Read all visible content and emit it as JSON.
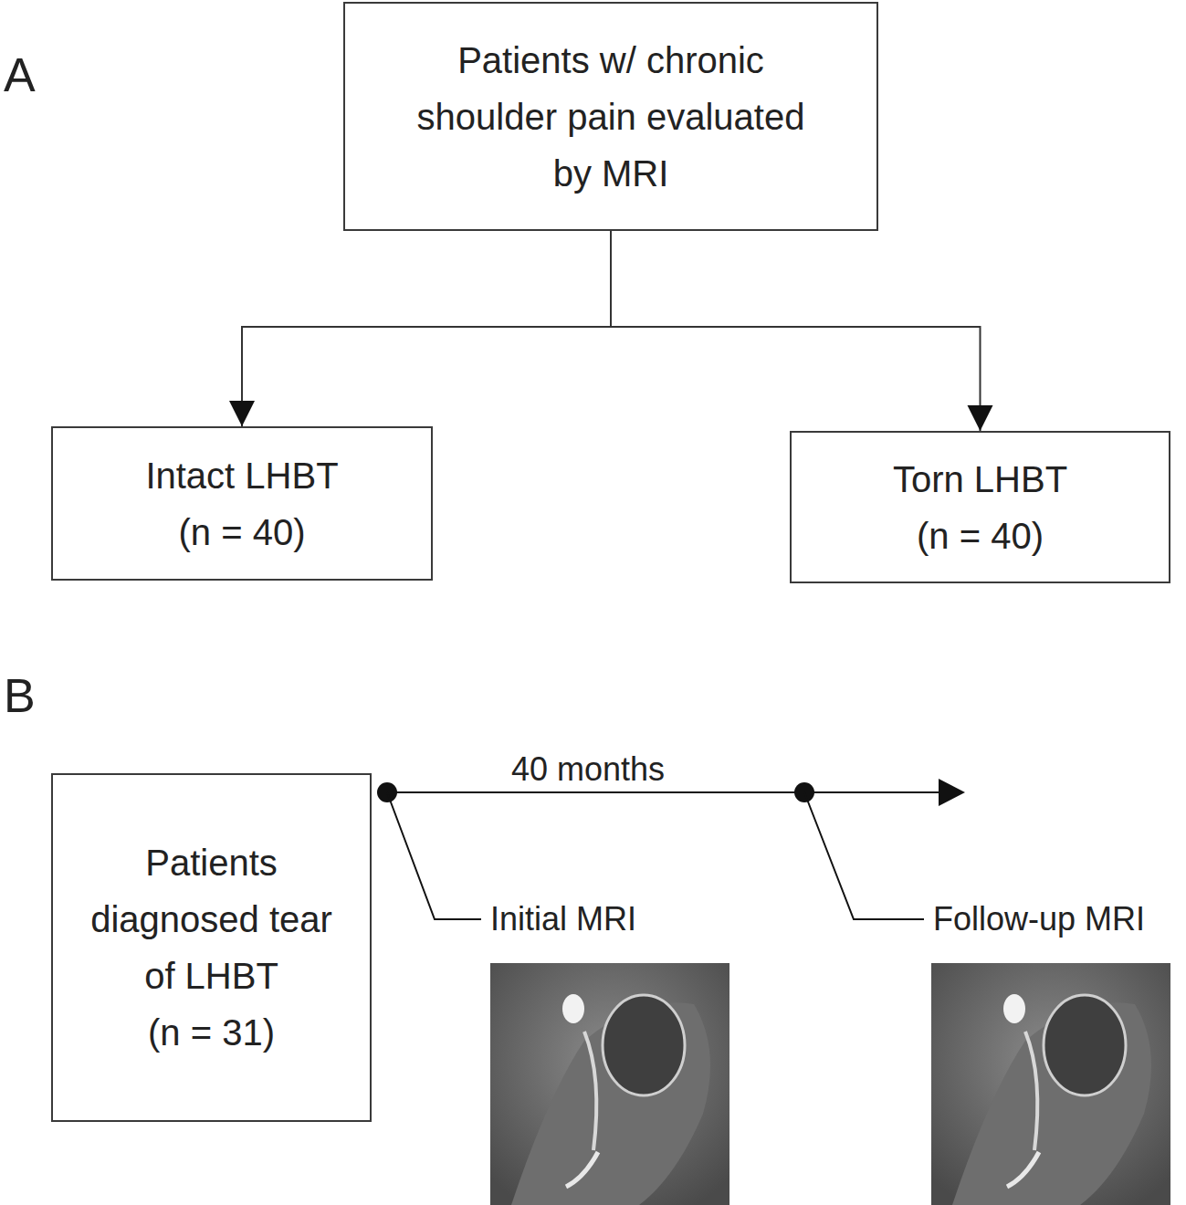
{
  "diagram": {
    "nodes": [
      {
        "text": [
          "Patients w/ chronic shoulder pain evaluated by MRI"
        ]
      },
      {
        "text": [
          "Intact LHBT",
          "(n = 40)"
        ]
      },
      {
        "text": [
          "Torn LHBT",
          "(n = 40)"
        ]
      },
      {
        "text": [
          "Patients diagnosed tear of LHBT",
          "(n = 31)"
        ]
      }
    ],
    "edges": [
      {
        "from": 0,
        "to": 1,
        "arrow": "to"
      },
      {
        "from": 0,
        "to": 2,
        "arrow": "to"
      }
    ],
    "labels": [
      "A",
      "B",
      "40 months",
      "Initial MRI",
      "Follow-up MRI"
    ]
  }
}
